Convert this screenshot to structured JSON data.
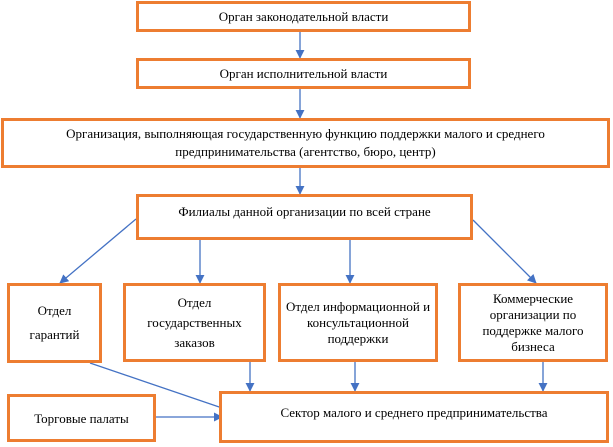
{
  "nodes": {
    "legislative": "Орган законодательной власти",
    "executive": "Орган исполнительной власти",
    "organization": "Организация, выполняющая государственную функцию поддержки малого и среднего предпринимательства (агентство, бюро, центр)",
    "branches": "Филиалы данной организации по всей стране",
    "guarantees": "Отдел гарантий",
    "state_orders": "Отдел государственных заказов",
    "info_consult": "Отдел информационной и консультационной поддержки",
    "commercial": "Коммерческие организации по поддержке малого бизнеса",
    "chambers": "Торговые палаты",
    "sector": "Сектор малого и среднего предпринимательства"
  },
  "colors": {
    "box_border": "#ED7D31",
    "arrow": "#4472C4"
  }
}
